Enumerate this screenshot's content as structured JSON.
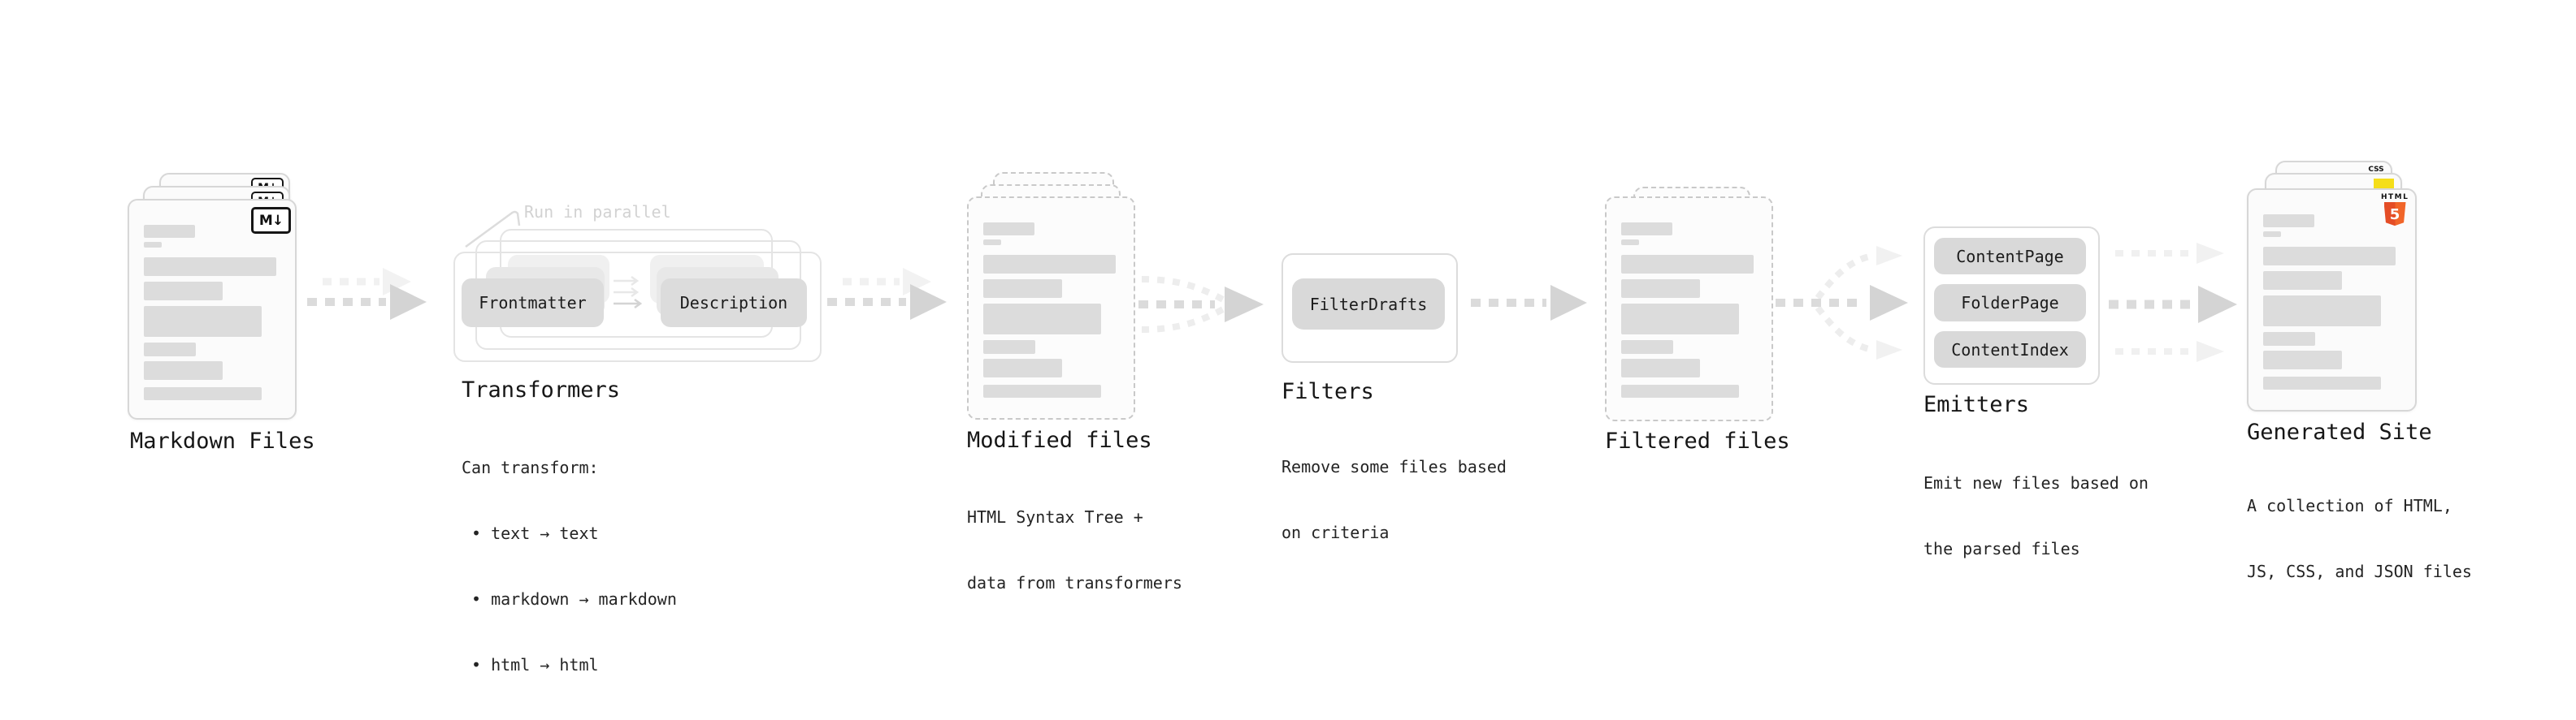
{
  "stages": {
    "markdown": {
      "label": "Markdown Files",
      "badge": "M↓"
    },
    "transformers": {
      "label": "Transformers",
      "annotation": "Run in parallel",
      "button_frontmatter": "Frontmatter",
      "button_description": "Description",
      "caption_title": "Can transform:",
      "bullets": [
        "• text → text",
        "• markdown → markdown",
        "• html → html"
      ]
    },
    "modified": {
      "label": "Modified files",
      "caption_line1": "HTML Syntax Tree +",
      "caption_line2": "data from transformers"
    },
    "filters": {
      "label": "Filters",
      "button_filterdrafts": "FilterDrafts",
      "caption_line1": "Remove some files based",
      "caption_line2": "on criteria"
    },
    "filtered": {
      "label": "Filtered files"
    },
    "emitters": {
      "label": "Emitters",
      "button_contentpage": "ContentPage",
      "button_folderpage": "FolderPage",
      "button_contentindex": "ContentIndex",
      "caption_line1": "Emit new files based on",
      "caption_line2": "the parsed files"
    },
    "generated": {
      "label": "Generated Site",
      "caption_line1": "A collection of HTML,",
      "caption_line2": "JS, CSS, and JSON files",
      "html_word": "HTML",
      "html_number": "5",
      "css_word": "CSS"
    }
  },
  "colors": {
    "arrow_dark": "#d4d4d4",
    "arrow_light": "#f1f1f1",
    "dash_dark": "#dbdbdb",
    "dash_light": "#ededed",
    "pill_bg": "#d9d9d9",
    "skeleton_bar": "#dcdcdc",
    "card_border": "#d7d7d7",
    "dashed_border": "#c9c9c9",
    "panel_border": "#e4e4e4",
    "annotation_gray": "#d2d2d2",
    "html5_orange_left": "#e44d26",
    "html5_orange_right": "#f16529",
    "js_yellow": "#f5de19",
    "css_blue": "#2e6fd8",
    "text_dark": "#161616"
  }
}
